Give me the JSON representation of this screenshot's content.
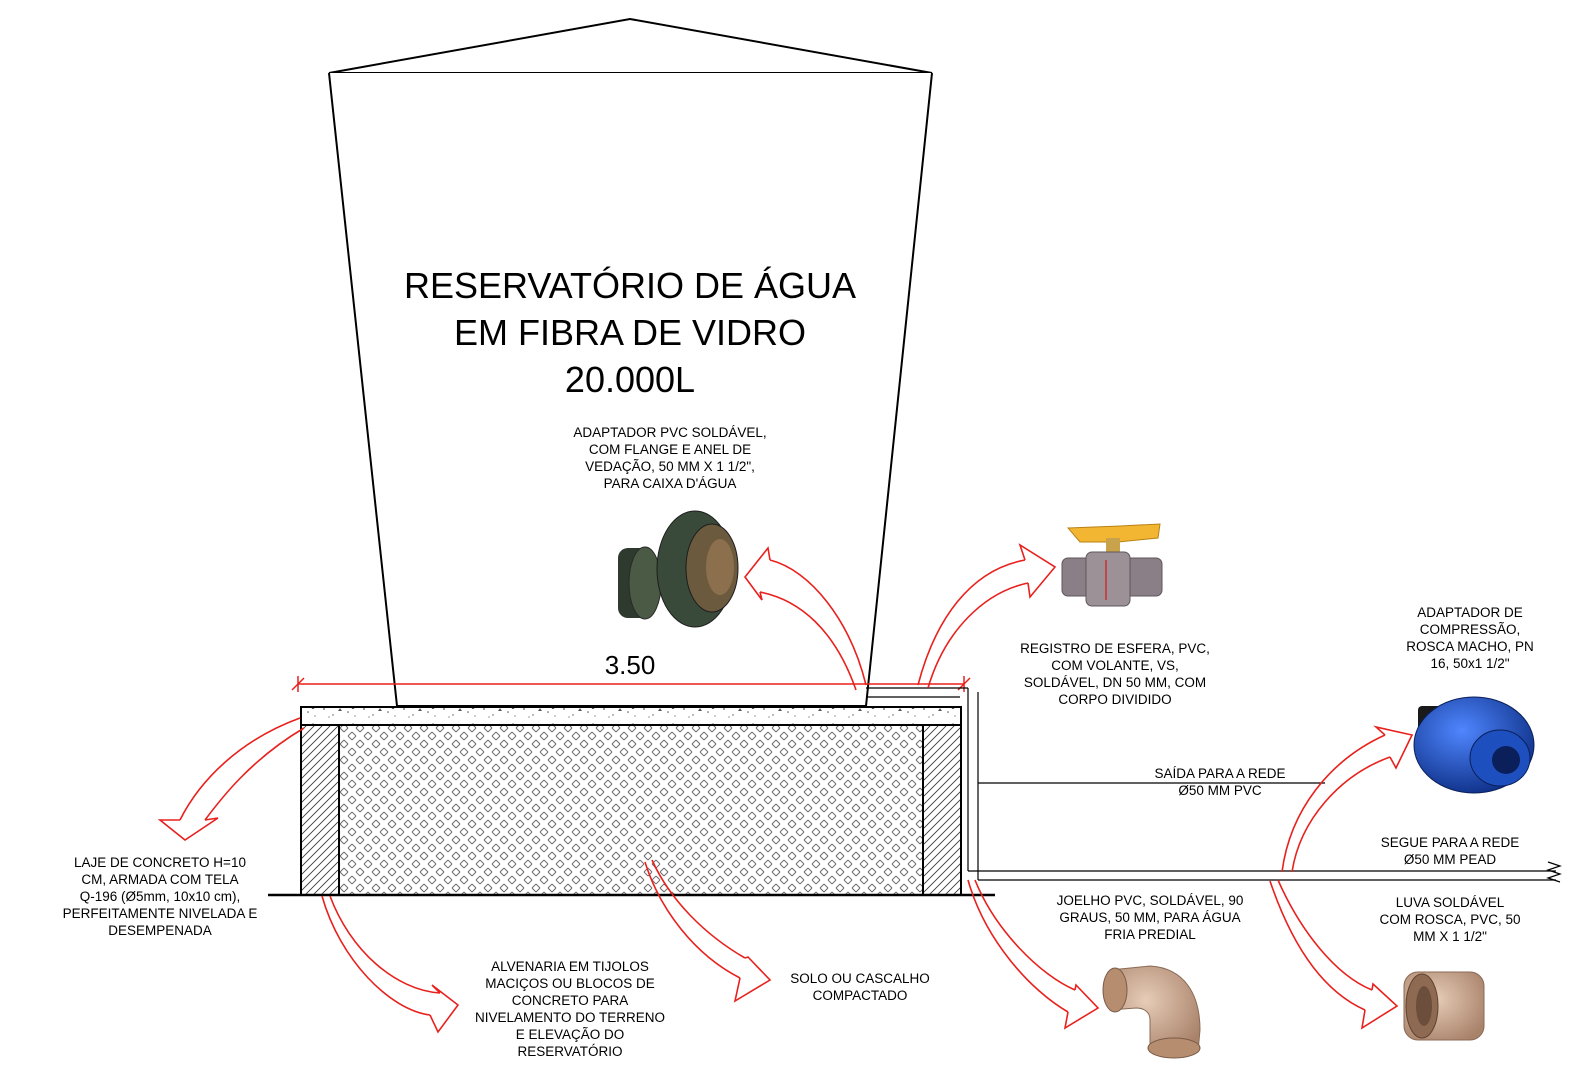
{
  "reservoir": {
    "title_lines": [
      "RESERVATÓRIO DE ÁGUA",
      "EM FIBRA DE VIDRO",
      "20.000L"
    ]
  },
  "dimension": {
    "width_label": "3.50"
  },
  "callouts": {
    "adaptador_flange": [
      "ADAPTADOR PVC SOLDÁVEL,",
      "COM FLANGE E ANEL DE",
      "VEDAÇÃO, 50 MM X 1 1/2\",",
      "PARA CAIXA D'ÁGUA"
    ],
    "registro_esfera": [
      "REGISTRO DE ESFERA, PVC,",
      "COM VOLANTE, VS,",
      "SOLDÁVEL, DN 50 MM, COM",
      "CORPO DIVIDIDO"
    ],
    "adaptador_compressao": [
      "ADAPTADOR DE",
      "COMPRESSÃO,",
      "ROSCA MACHO, PN",
      "16, 50x1 1/2\""
    ],
    "saida_rede": [
      "SAÍDA PARA A REDE",
      "Ø50 MM PVC"
    ],
    "segue_rede": [
      "SEGUE PARA A REDE",
      "Ø50 MM PEAD"
    ],
    "laje": [
      "LAJE DE CONCRETO H=10",
      "CM, ARMADA COM TELA",
      "Q-196 (Ø5mm, 10x10 cm),",
      "PERFEITAMENTE NIVELADA E",
      "DESEMPENADA"
    ],
    "alvenaria": [
      "ALVENARIA EM TIJOLOS",
      "MACIÇOS OU BLOCOS DE",
      "CONCRETO PARA",
      "NIVELAMENTO DO TERRENO",
      "E ELEVAÇÃO DO",
      "RESERVATÓRIO"
    ],
    "solo": [
      "SOLO OU CASCALHO",
      "COMPACTADO"
    ],
    "joelho": [
      "JOELHO PVC, SOLDÁVEL, 90",
      "GRAUS, 50 MM, PARA ÁGUA",
      "FRIA PREDIAL"
    ],
    "luva": [
      "LUVA SOLDÁVEL",
      "COM ROSCA, PVC, 50",
      "MM X 1 1/2\""
    ]
  },
  "colors": {
    "leader": "#e8211d",
    "line": "#000000",
    "flange_body": "#3a4a3a",
    "valve_body": "#8a7f86",
    "valve_handle": "#f2b632",
    "compression_blue": "#1e4fbf",
    "fitting_beige": "#c9a58a"
  },
  "icons": [
    "adaptador-flange-icon",
    "registro-esfera-icon",
    "adaptador-compressao-icon",
    "joelho-icon",
    "luva-icon"
  ]
}
